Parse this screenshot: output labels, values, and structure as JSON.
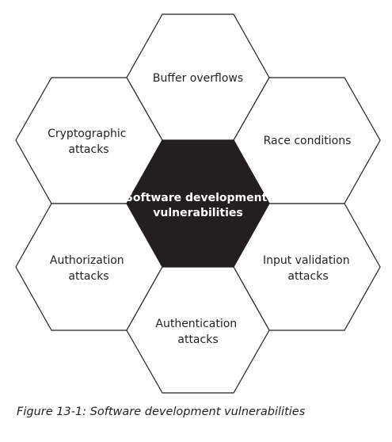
{
  "diagram": {
    "center": {
      "lines": [
        "Software development",
        "vulnerabilities"
      ]
    },
    "top": {
      "lines": [
        "Buffer overflows"
      ]
    },
    "upper_right": {
      "lines": [
        "Race conditions"
      ]
    },
    "lower_right": {
      "lines": [
        "Input validation",
        "attacks"
      ]
    },
    "bottom": {
      "lines": [
        "Authentication",
        "attacks"
      ]
    },
    "lower_left": {
      "lines": [
        "Authorization",
        "attacks"
      ]
    },
    "upper_left": {
      "lines": [
        "Cryptographic",
        "attacks"
      ]
    }
  },
  "caption": "Figure 13-1: Software development vulnerabilities",
  "colors": {
    "center_fill": "#231f20",
    "outline": "#231f20",
    "background": "#ffffff"
  }
}
